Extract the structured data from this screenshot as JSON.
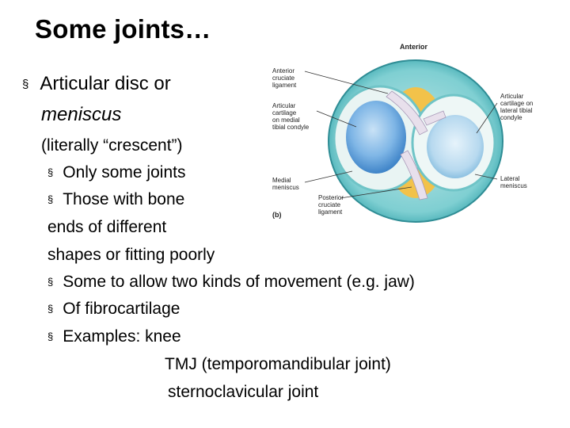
{
  "slide": {
    "title": "Some joints…",
    "bullets": {
      "b1_text": "Articular disc or",
      "b1_italic": "meniscus",
      "b1_sub": "(literally “crescent”)",
      "b2": "Only some joints",
      "b3": "Those with bone",
      "b3_cont1": "ends of different",
      "b3_cont2": "shapes or fitting poorly",
      "b4": "Some to allow two kinds of movement (e.g. jaw)",
      "b5": "Of fibrocartilage",
      "b6": "Examples:  knee",
      "b6_cont1": "TMJ (temporomandibular joint)",
      "b6_cont2": "sternoclavicular joint"
    },
    "bullet_glyph": "§"
  },
  "figure": {
    "top_label": "Anterior",
    "labels": {
      "acl": [
        "Anterior",
        "cruciate",
        "ligament"
      ],
      "art_med": [
        "Articular",
        "cartilage",
        "on medial",
        "tibial condyle"
      ],
      "art_lat": [
        "Articular",
        "cartilage on",
        "lateral tibial",
        "condyle"
      ],
      "med_meniscus": [
        "Medial",
        "meniscus"
      ],
      "pcl": [
        "Posterior",
        "cruciate",
        "ligament"
      ],
      "lat_meniscus": [
        "Lateral",
        "meniscus"
      ],
      "panel": "(b)"
    }
  }
}
